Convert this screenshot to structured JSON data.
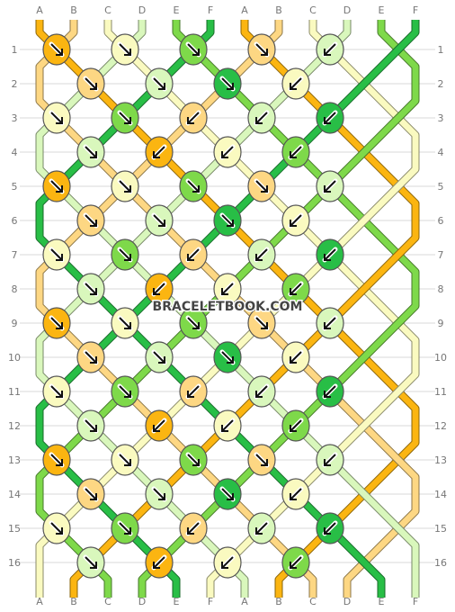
{
  "watermark": "BRACELETBOOK.COM",
  "colors": {
    "A": "#fbb511",
    "B": "#fdd783",
    "C": "#fafac0",
    "D": "#d9f7bc",
    "E": "#7ed94a",
    "F": "#28be46"
  },
  "top_strand_labels": [
    "A",
    "B",
    "C",
    "D",
    "E",
    "F",
    "A",
    "B",
    "C",
    "D",
    "E",
    "F"
  ],
  "bottom_strand_labels": [
    "A",
    "B",
    "C",
    "D",
    "E",
    "F",
    "A",
    "B",
    "C",
    "D",
    "E",
    "F"
  ],
  "rows": [
    {
      "left_label": "1",
      "right_label": "1",
      "knots": [
        {
          "color": "A",
          "knot": "right"
        },
        {
          "color": "C",
          "knot": "right"
        },
        {
          "color": "E",
          "knot": "right"
        },
        {
          "color": "B",
          "knot": "right"
        },
        {
          "color": "D",
          "knot": "left"
        }
      ]
    },
    {
      "left_label": "2",
      "right_label": "2",
      "knots": [
        {
          "color": "B",
          "knot": "right"
        },
        {
          "color": "D",
          "knot": "right"
        },
        {
          "color": "F",
          "knot": "right"
        },
        {
          "color": "C",
          "knot": "left"
        }
      ]
    },
    {
      "left_label": "3",
      "right_label": "3",
      "knots": [
        {
          "color": "C",
          "knot": "right"
        },
        {
          "color": "E",
          "knot": "right"
        },
        {
          "color": "B",
          "knot": "left"
        },
        {
          "color": "D",
          "knot": "left"
        },
        {
          "color": "F",
          "knot": "left"
        }
      ]
    },
    {
      "left_label": "4",
      "right_label": "4",
      "knots": [
        {
          "color": "D",
          "knot": "right"
        },
        {
          "color": "A",
          "knot": "left"
        },
        {
          "color": "C",
          "knot": "left"
        },
        {
          "color": "E",
          "knot": "left"
        }
      ]
    },
    {
      "left_label": "5",
      "right_label": "5",
      "knots": [
        {
          "color": "A",
          "knot": "right"
        },
        {
          "color": "C",
          "knot": "right"
        },
        {
          "color": "E",
          "knot": "right"
        },
        {
          "color": "B",
          "knot": "right"
        },
        {
          "color": "D",
          "knot": "left"
        }
      ]
    },
    {
      "left_label": "6",
      "right_label": "6",
      "knots": [
        {
          "color": "B",
          "knot": "right"
        },
        {
          "color": "D",
          "knot": "right"
        },
        {
          "color": "F",
          "knot": "right"
        },
        {
          "color": "C",
          "knot": "left"
        }
      ]
    },
    {
      "left_label": "7",
      "right_label": "7",
      "knots": [
        {
          "color": "C",
          "knot": "right"
        },
        {
          "color": "E",
          "knot": "right"
        },
        {
          "color": "B",
          "knot": "left"
        },
        {
          "color": "D",
          "knot": "left"
        },
        {
          "color": "F",
          "knot": "left"
        }
      ]
    },
    {
      "left_label": "8",
      "right_label": "8",
      "knots": [
        {
          "color": "D",
          "knot": "right"
        },
        {
          "color": "A",
          "knot": "left"
        },
        {
          "color": "C",
          "knot": "left"
        },
        {
          "color": "E",
          "knot": "left"
        }
      ]
    },
    {
      "left_label": "9",
      "right_label": "9",
      "knots": [
        {
          "color": "A",
          "knot": "right"
        },
        {
          "color": "C",
          "knot": "right"
        },
        {
          "color": "E",
          "knot": "right"
        },
        {
          "color": "B",
          "knot": "right"
        },
        {
          "color": "D",
          "knot": "left"
        }
      ]
    },
    {
      "left_label": "10",
      "right_label": "10",
      "knots": [
        {
          "color": "B",
          "knot": "right"
        },
        {
          "color": "D",
          "knot": "right"
        },
        {
          "color": "F",
          "knot": "right"
        },
        {
          "color": "C",
          "knot": "left"
        }
      ]
    },
    {
      "left_label": "11",
      "right_label": "11",
      "knots": [
        {
          "color": "C",
          "knot": "right"
        },
        {
          "color": "E",
          "knot": "right"
        },
        {
          "color": "B",
          "knot": "left"
        },
        {
          "color": "D",
          "knot": "left"
        },
        {
          "color": "F",
          "knot": "left"
        }
      ]
    },
    {
      "left_label": "12",
      "right_label": "12",
      "knots": [
        {
          "color": "D",
          "knot": "right"
        },
        {
          "color": "A",
          "knot": "left"
        },
        {
          "color": "C",
          "knot": "left"
        },
        {
          "color": "E",
          "knot": "left"
        }
      ]
    },
    {
      "left_label": "13",
      "right_label": "13",
      "knots": [
        {
          "color": "A",
          "knot": "right"
        },
        {
          "color": "C",
          "knot": "right"
        },
        {
          "color": "E",
          "knot": "right"
        },
        {
          "color": "B",
          "knot": "right"
        },
        {
          "color": "D",
          "knot": "left"
        }
      ]
    },
    {
      "left_label": "14",
      "right_label": "14",
      "knots": [
        {
          "color": "B",
          "knot": "right"
        },
        {
          "color": "D",
          "knot": "right"
        },
        {
          "color": "F",
          "knot": "right"
        },
        {
          "color": "C",
          "knot": "left"
        }
      ]
    },
    {
      "left_label": "15",
      "right_label": "15",
      "knots": [
        {
          "color": "C",
          "knot": "right"
        },
        {
          "color": "E",
          "knot": "right"
        },
        {
          "color": "B",
          "knot": "left"
        },
        {
          "color": "D",
          "knot": "left"
        },
        {
          "color": "F",
          "knot": "left"
        }
      ]
    },
    {
      "left_label": "16",
      "right_label": "16",
      "knots": [
        {
          "color": "D",
          "knot": "right"
        },
        {
          "color": "A",
          "knot": "left"
        },
        {
          "color": "C",
          "knot": "left"
        },
        {
          "color": "E",
          "knot": "left"
        }
      ]
    }
  ]
}
